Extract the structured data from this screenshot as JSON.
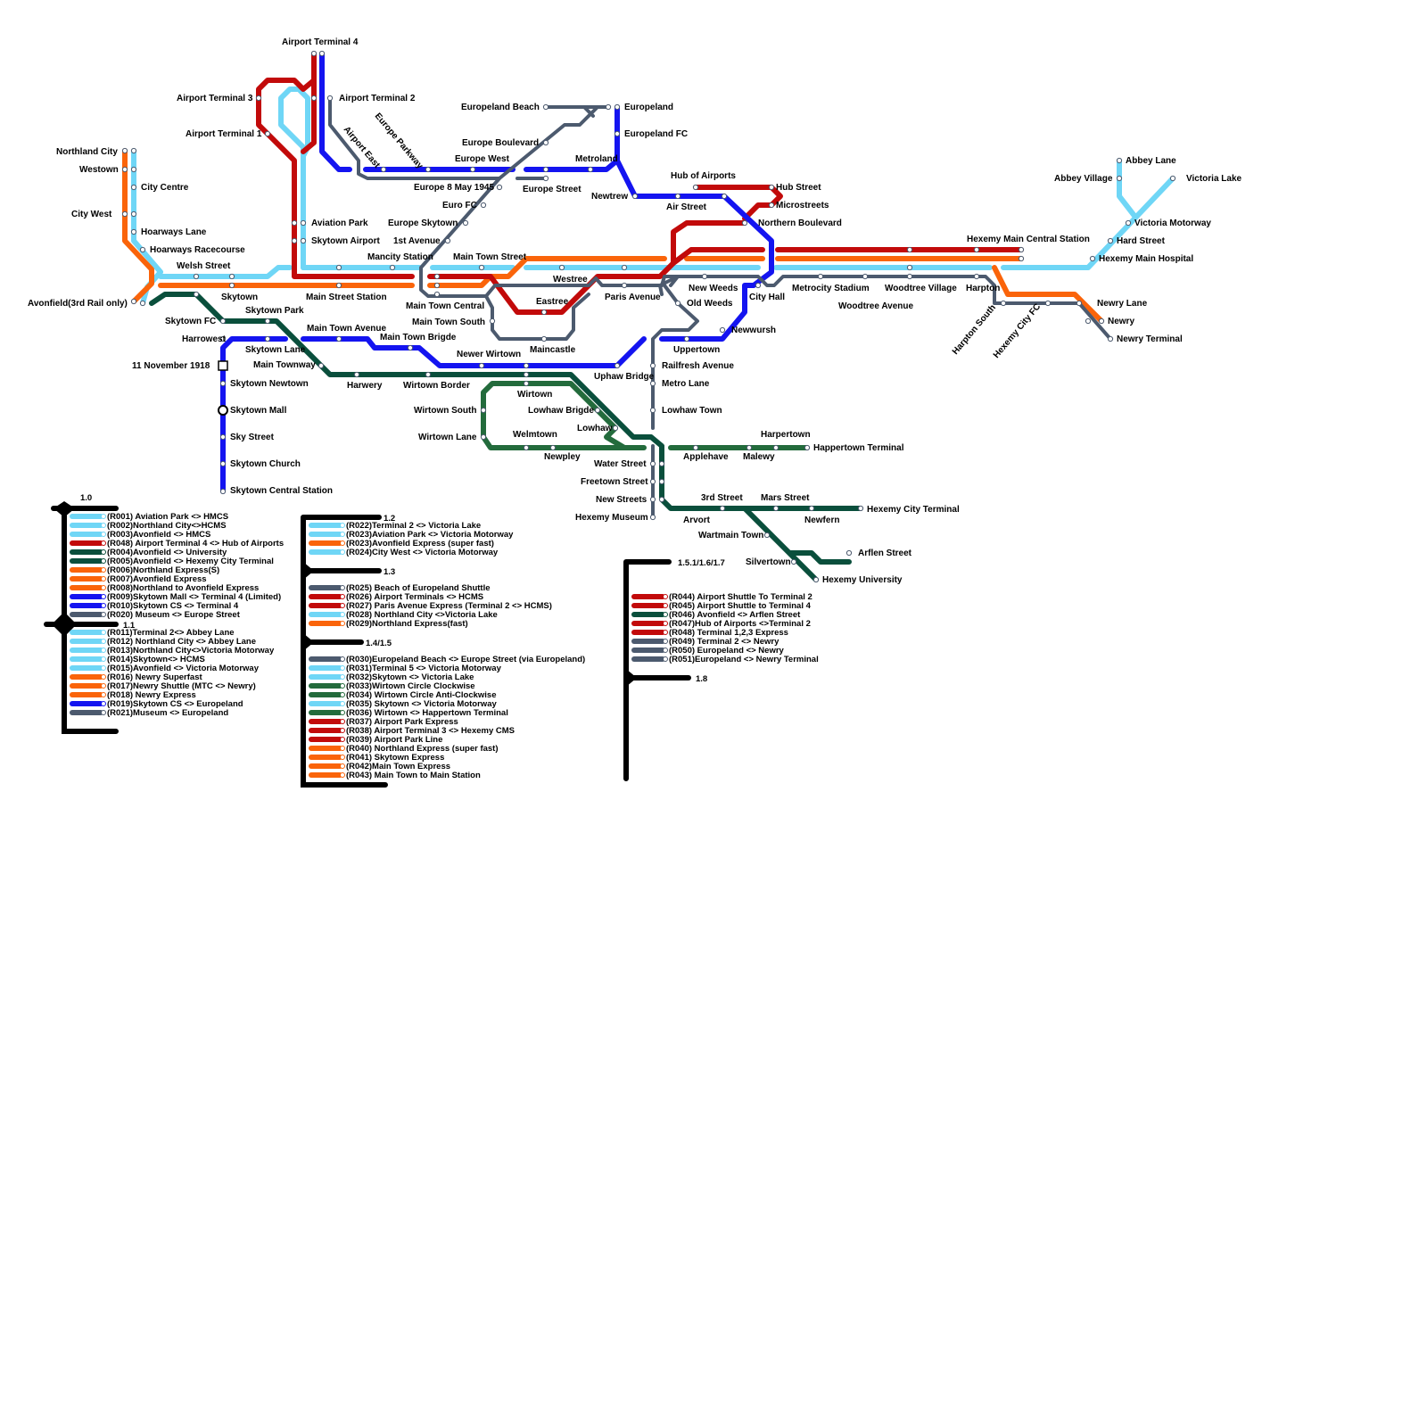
{
  "colors": {
    "light_blue": "#6fd6f6",
    "orange": "#fa640a",
    "red": "#c20a0a",
    "dark_green": "#0a4f3c",
    "mid_green": "#236b3c",
    "blue": "#1414f0",
    "slate": "#4c5a6e",
    "black": "#000000"
  },
  "stations": {
    "airport_terminal_4": "Airport Terminal 4",
    "airport_terminal_3": "Airport Terminal 3",
    "airport_terminal_2": "Airport Terminal 2",
    "airport_terminal_1": "Airport Terminal 1",
    "airport_east": "Airport East",
    "europe_parkway": "Europe Parkway",
    "europeland_beach": "Europeland Beach",
    "europeland": "Europeland",
    "europeland_fc": "Europeland FC",
    "europe_boulevard": "Europe Boulevard",
    "europe_west": "Europe West",
    "metroland": "Metroland",
    "europe_8_may": "Europe 8 May 1945",
    "europe_street": "Europe Street",
    "newtrew": "Newtrew",
    "hub_of_airports": "Hub of Airports",
    "hub_street": "Hub Street",
    "microstreets": "Microstreets",
    "air_street": "Air Street",
    "northern_boulevard": "Northern Boulevard",
    "euro_fc": "Euro FC",
    "europe_skytown": "Europe Skytown",
    "first_avenue": "1st Avenue",
    "northland_city": "Northland City",
    "westown": "Westown",
    "city_centre": "City Centre",
    "city_west": "City West",
    "hoarways_lane": "Hoarways Lane",
    "hoarways_racecourse": "Hoarways Racecourse",
    "welsh_street": "Welsh Street",
    "aviation_park": "Aviation Park",
    "skytown_airport": "Skytown Airport",
    "mancity_station": "Mancity Station",
    "main_town_street": "Main Town Street",
    "avonfield": "Avonfield(3rd Rail only)",
    "skytown": "Skytown",
    "main_street_station": "Main Street Station",
    "skytown_fc": "Skytown FC",
    "skytown_park": "Skytown Park",
    "main_town_central": "Main Town Central",
    "main_town_south": "Main Town South",
    "westree": "Westree",
    "eastree": "Eastree",
    "paris_avenue": "Paris Avenue",
    "new_weeds": "New Weeds",
    "city_hall": "City Hall",
    "old_weeds": "Old Weeds",
    "maincastle": "Maincastle",
    "newwursh": "Newwursh",
    "harrowest": "Harrowest",
    "skytown_lane": "Skytown Lane",
    "main_town_avenue": "Main Town Avenue",
    "main_town_brigde": "Main Town Brigde",
    "newer_wirtown": "Newer Wirtown",
    "main_townway": "Main Townway",
    "eleven_november": "11 November 1918",
    "harwery": "Harwery",
    "wirtown_border": "Wirtown Border",
    "wirtown": "Wirtown",
    "uphaw_bridge": "Uphaw Bridge",
    "uppertown": "Uppertown",
    "railfresh_avenue": "Railfresh Avenue",
    "metro_lane": "Metro Lane",
    "lowhaw_town": "Lowhaw Town",
    "skytown_newtown": "Skytown Newtown",
    "skytown_mall": "Skytown Mall",
    "sky_street": "Sky Street",
    "skytown_church": "Skytown Church",
    "skytown_central_station": "Skytown Central Station",
    "wirtown_south": "Wirtown South",
    "wirtown_lane": "Wirtown Lane",
    "lowhaw_brigde": "Lowhaw Brigde",
    "lowhaw": "Lowhaw",
    "welmtown": "Welmtown",
    "newpley": "Newpley",
    "applehave": "Applehave",
    "malewy": "Malewy",
    "harpertown": "Harpertown",
    "happertown_terminal": "Happertown Terminal",
    "water_street": "Water Street",
    "freetown_street": "Freetown Street",
    "new_streets": "New Streets",
    "hexemy_museum": "Hexemy Museum",
    "third_street": "3rd Street",
    "mars_street": "Mars Street",
    "hexemy_city_terminal": "Hexemy City Terminal",
    "arvort": "Arvort",
    "newfern": "Newfern",
    "wartmain_town": "Wartmain Town",
    "arflen_street": "Arflen Street",
    "silvertown": "Silvertown",
    "hexemy_university": "Hexemy University",
    "hexemy_main_central": "Hexemy Main Central Station",
    "metrocity_stadium": "Metrocity Stadium",
    "woodtree_village": "Woodtree Village",
    "harpton": "Harpton",
    "woodtree_avenue": "Woodtree Avenue",
    "abbey_lane": "Abbey Lane",
    "abbey_village": "Abbey Village",
    "victoria_lake": "Victoria Lake",
    "victoria_motorway": "Victoria Motorway",
    "hard_street": "Hard Street",
    "hexemy_main_hospital": "Hexemy Main Hospital",
    "newry_lane": "Newry Lane",
    "newry": "Newry",
    "newry_terminal": "Newry Terminal",
    "harpton_south": "Harpton South",
    "hexemy_city_fc": "Hexemy City FC"
  },
  "legend": {
    "v1_0": "1.0",
    "v1_1": "1.1",
    "v1_2": "1.2",
    "v1_3": "1.3",
    "v1_45": "1.4/1.5",
    "v1_567": "1.5.1/1.6/1.7",
    "v1_8": "1.8",
    "group_a": [
      {
        "text": "(R001) Aviation Park <> HMCS",
        "color": "light_blue"
      },
      {
        "text": "(R002)Northland City<>HCMS",
        "color": "light_blue"
      },
      {
        "text": "(R003)Avonfield <> HMCS",
        "color": "light_blue"
      },
      {
        "text": "(R048) Airport Terminal 4 <> Hub of Airports",
        "color": "red"
      },
      {
        "text": "(R004)Avonfield <> University",
        "color": "dark_green"
      },
      {
        "text": "(R005)Avonfield <> Hexemy City Terminal",
        "color": "dark_green"
      },
      {
        "text": "(R006)Northland Express(S)",
        "color": "orange"
      },
      {
        "text": "(R007)Avonfield Express",
        "color": "orange"
      },
      {
        "text": "(R008)Northland to Avonfield Express",
        "color": "orange"
      },
      {
        "text": "(R009)Skytown Mall <> Terminal 4 (Limited)",
        "color": "blue"
      },
      {
        "text": "(R010)Skytown CS <> Terminal 4",
        "color": "blue"
      },
      {
        "text": "(R020) Museum <> Europe Street",
        "color": "slate"
      }
    ],
    "group_b": [
      {
        "text": "(R011)Terminal 2<> Abbey Lane",
        "color": "light_blue"
      },
      {
        "text": "(R012) Northland City <> Abbey Lane",
        "color": "light_blue"
      },
      {
        "text": "(R013)Northland City<>Victoria Motorway",
        "color": "light_blue"
      },
      {
        "text": "(R014)Skytown<> HCMS",
        "color": "light_blue"
      },
      {
        "text": "(R015)Avonfield <> Victoria Motorway",
        "color": "light_blue"
      },
      {
        "text": "(R016) Newry Superfast",
        "color": "orange"
      },
      {
        "text": "(R017)Newry Shuttle (MTC <> Newry)",
        "color": "orange"
      },
      {
        "text": "(R018) Newry Express",
        "color": "orange"
      },
      {
        "text": "(R019)Skytown CS <> Europeland",
        "color": "blue"
      },
      {
        "text": "(R021)Museum <> Europeland",
        "color": "slate"
      }
    ],
    "group_c": [
      {
        "text": "(R022)Terminal 2 <> Victoria Lake",
        "color": "light_blue"
      },
      {
        "text": "(R023)Aviation Park <> Victoria Motorway",
        "color": "light_blue"
      },
      {
        "text": "(R023)Avonfield Express (super fast)",
        "color": "orange"
      },
      {
        "text": "(R024)City West <> Victoria Motorway",
        "color": "light_blue"
      }
    ],
    "group_d": [
      {
        "text": "(R025) Beach of Europeland Shuttle",
        "color": "slate"
      },
      {
        "text": "(R026) Airport Terminals <> HCMS",
        "color": "red"
      },
      {
        "text": "(R027) Paris Avenue Express (Terminal 2 <> HCMS)",
        "color": "red"
      },
      {
        "text": "(R028) Northland City <>Victoria Lake",
        "color": "light_blue"
      },
      {
        "text": "(R029)Northland Express(fast)",
        "color": "orange"
      }
    ],
    "group_e": [
      {
        "text": "(R030)Europeland Beach <> Europe Street (via Europeland)",
        "color": "slate"
      },
      {
        "text": "(R031)Terminal 5 <> Victoria Motorway",
        "color": "light_blue"
      },
      {
        "text": "(R032)Skytown <> Victoria Lake",
        "color": "light_blue"
      },
      {
        "text": "(R033)Wirtown Circle Clockwise",
        "color": "mid_green"
      },
      {
        "text": "(R034) Wirtown Circle Anti-Clockwise",
        "color": "mid_green"
      },
      {
        "text": "(R035) Skytown <> Victoria Motorway",
        "color": "light_blue"
      },
      {
        "text": "(R036) Wirtown <> Happertown Terminal",
        "color": "mid_green"
      },
      {
        "text": "(R037) Airport Park Express",
        "color": "red"
      },
      {
        "text": "(R038) Airport Terminal 3 <> Hexemy CMS",
        "color": "red"
      },
      {
        "text": "(R039) Airport Park Line",
        "color": "red"
      },
      {
        "text": "(R040) Northland Express (super fast)",
        "color": "orange"
      },
      {
        "text": "(R041) Skytown Express",
        "color": "orange"
      },
      {
        "text": "(R042)Main Town Express",
        "color": "orange"
      },
      {
        "text": "(R043) Main Town to Main Station",
        "color": "orange"
      }
    ],
    "group_f": [
      {
        "text": "(R044) Airport Shuttle To Terminal 2",
        "color": "red"
      },
      {
        "text": "(R045) Airport Shuttle to Terminal 4",
        "color": "red"
      },
      {
        "text": "(R046) Avonfield <> Arflen Street",
        "color": "dark_green"
      },
      {
        "text": "(R047)Hub of Airports <>Terminal 2",
        "color": "red"
      },
      {
        "text": "(R048) Terminal 1,2,3 Express",
        "color": "red"
      },
      {
        "text": "(R049) Terminal 2 <> Newry",
        "color": "slate"
      },
      {
        "text": "(R050) Europeland <> Newry",
        "color": "slate"
      },
      {
        "text": "(R051)Europeland <> Newry Terminal",
        "color": "slate"
      }
    ]
  }
}
